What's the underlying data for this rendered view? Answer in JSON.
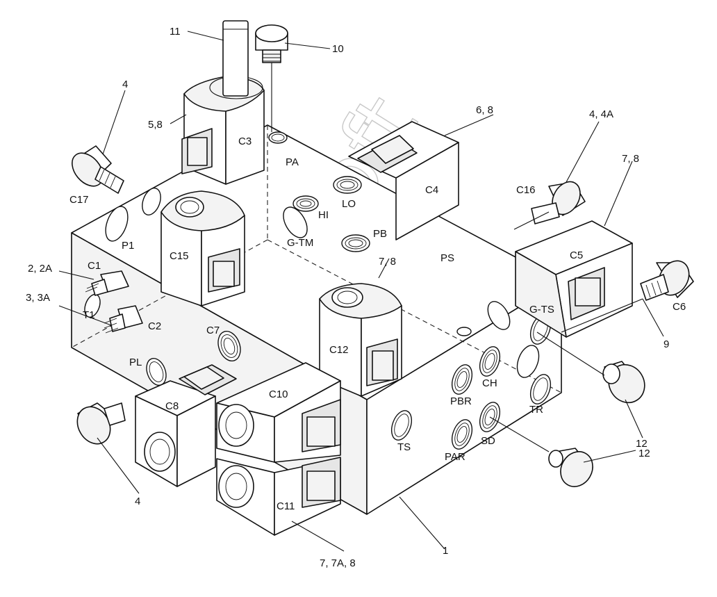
{
  "watermark": "AutoSoft",
  "labels": {
    "callout_11": "11",
    "callout_10": "10",
    "callout_4_top": "4",
    "callout_5_8": "5,8",
    "port_c3": "C3",
    "port_pa": "PA",
    "callout_6_8": "6, 8",
    "callout_4_4a": "4, 4A",
    "callout_7_8_right": "7, 8",
    "port_c17": "C17",
    "port_hi": "HI",
    "port_lo": "LO",
    "port_c4": "C4",
    "port_c16": "C16",
    "port_p1": "P1",
    "port_g_tm": "G-TM",
    "port_pb": "PB",
    "port_c15": "C15",
    "callout_7_8_mid": "7, 8",
    "port_ps": "PS",
    "port_c5": "C5",
    "callout_2_2a": "2, 2A",
    "port_c1": "C1",
    "callout_3_3a": "3, 3A",
    "port_t1": "T1",
    "port_c2": "C2",
    "port_c6": "C6",
    "port_g_ts": "G-TS",
    "port_c7": "C7",
    "port_c12": "C12",
    "callout_9": "9",
    "port_pl": "PL",
    "port_ch": "CH",
    "port_c10": "C10",
    "port_c8": "C8",
    "port_pbr": "PBR",
    "port_tr": "TR",
    "callout_12_mid": "12",
    "port_ts": "TS",
    "port_sd": "SD",
    "port_par": "PAR",
    "callout_12_low": "12",
    "callout_4_low": "4",
    "port_c11": "C11",
    "callout_1": "1",
    "callout_7_7a_8": "7, 7A,  8"
  }
}
